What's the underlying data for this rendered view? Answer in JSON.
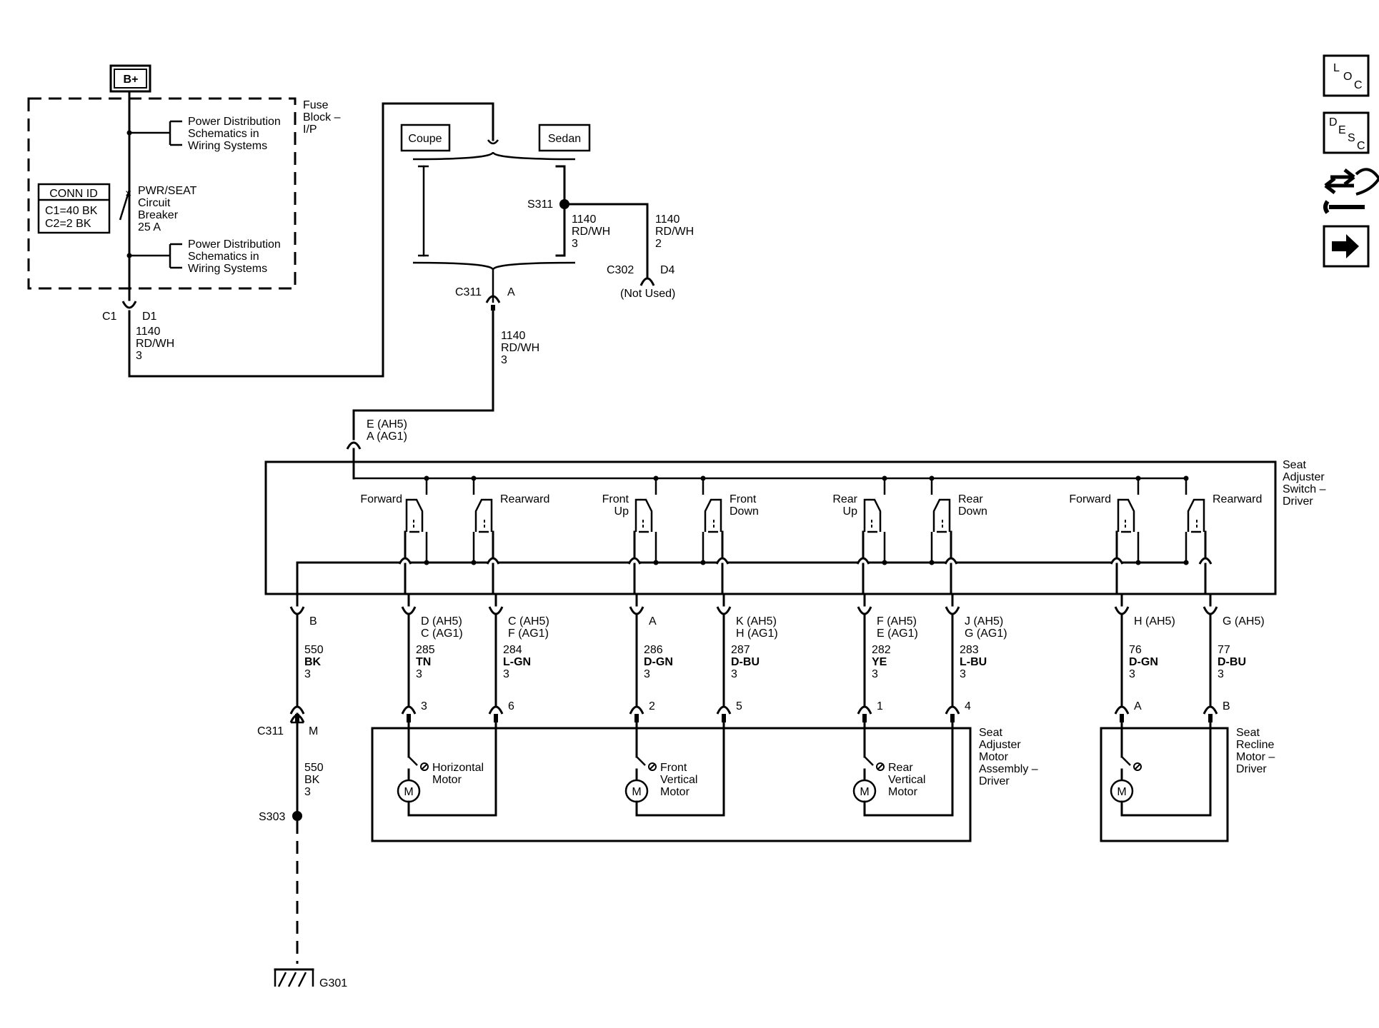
{
  "power": {
    "label": "B+"
  },
  "fuse_block": {
    "lines": [
      "Fuse",
      "Block –",
      "I/P"
    ]
  },
  "power_dist_top": [
    "Power Distribution",
    "Schematics in",
    "Wiring Systems"
  ],
  "power_dist_bottom": [
    "Power Distribution",
    "Schematics in",
    "Wiring Systems"
  ],
  "conn_id": {
    "title": "CONN ID",
    "lines": [
      "C1=40 BK",
      "C2=2 BK"
    ]
  },
  "breaker": [
    "PWR/SEAT",
    "Circuit",
    "Breaker",
    "25 A"
  ],
  "c1": {
    "conn": "C1",
    "pin": "D1"
  },
  "wire_1140_a": [
    "1140",
    "RD/WH",
    "3"
  ],
  "variants": {
    "coupe": "Coupe",
    "sedan": "Sedan"
  },
  "s311": "S311",
  "wire_1140_b": [
    "1140",
    "RD/WH",
    "3"
  ],
  "wire_1140_c": [
    "1140",
    "RD/WH",
    "2"
  ],
  "c302": {
    "conn": "C302",
    "pin": "D4",
    "note": "(Not Used)"
  },
  "c311_top": {
    "conn": "C311",
    "pin": "A"
  },
  "wire_1140_d": [
    "1140",
    "RD/WH",
    "3"
  ],
  "switch_input": [
    "E (AH5)",
    "A (AG1)"
  ],
  "switch_module": [
    "Seat",
    "Adjuster",
    "Switch –",
    "Driver"
  ],
  "switches": [
    {
      "left": [
        "Forward"
      ],
      "right": [
        "Rearward"
      ]
    },
    {
      "left": [
        "Front",
        "Up"
      ],
      "right": [
        "Front",
        "Down"
      ]
    },
    {
      "left": [
        "Rear",
        "Up"
      ],
      "right": [
        "Rear",
        "Down"
      ]
    },
    {
      "left": [
        "Forward"
      ],
      "right": [
        "Rearward"
      ]
    }
  ],
  "outputs": [
    {
      "pins": [
        "B"
      ],
      "wire": [
        "550",
        "BK",
        "3"
      ]
    },
    {
      "pins": [
        "D (AH5)",
        "C (AG1)"
      ],
      "wire": [
        "285",
        "TN",
        "3"
      ],
      "motor_pin": "3"
    },
    {
      "pins": [
        "C (AH5)",
        "F (AG1)"
      ],
      "wire": [
        "284",
        "L-GN",
        "3"
      ],
      "motor_pin": "6"
    },
    {
      "pins": [
        "A"
      ],
      "wire": [
        "286",
        "D-GN",
        "3"
      ],
      "motor_pin": "2"
    },
    {
      "pins": [
        "K (AH5)",
        "H (AG1)"
      ],
      "wire": [
        "287",
        "D-BU",
        "3"
      ],
      "motor_pin": "5"
    },
    {
      "pins": [
        "F (AH5)",
        "E (AG1)"
      ],
      "wire": [
        "282",
        "YE",
        "3"
      ],
      "motor_pin": "1"
    },
    {
      "pins": [
        "J (AH5)",
        "G (AG1)"
      ],
      "wire": [
        "283",
        "L-BU",
        "3"
      ],
      "motor_pin": "4"
    },
    {
      "pins": [
        "H (AH5)"
      ],
      "wire": [
        "76",
        "D-GN",
        "3"
      ],
      "motor_pin": "A"
    },
    {
      "pins": [
        "G (AH5)"
      ],
      "wire": [
        "77",
        "D-BU",
        "3"
      ],
      "motor_pin": "B"
    }
  ],
  "c311_bottom": {
    "conn": "C311",
    "pin": "M"
  },
  "wire_550_b": [
    "550",
    "BK",
    "3"
  ],
  "s303": "S303",
  "ground": "G301",
  "motors": [
    {
      "symbol": "M",
      "label": [
        "Horizontal",
        "Motor"
      ]
    },
    {
      "symbol": "M",
      "label": [
        "Front",
        "Vertical",
        "Motor"
      ]
    },
    {
      "symbol": "M",
      "label": [
        "Rear",
        "Vertical",
        "Motor"
      ]
    },
    {
      "symbol": "M",
      "label": []
    }
  ],
  "motor_assembly": [
    "Seat",
    "Adjuster",
    "Motor",
    "Assembly –",
    "Driver"
  ],
  "recline_motor": [
    "Seat",
    "Recline",
    "Motor –",
    "Driver"
  ],
  "nav": {
    "loc": [
      "L",
      "O",
      "C"
    ],
    "desc": [
      "D",
      "E",
      "S",
      "C"
    ],
    "icons": [
      "loc-icon",
      "desc-icon",
      "repair-icon",
      "next-arrow-icon"
    ]
  }
}
